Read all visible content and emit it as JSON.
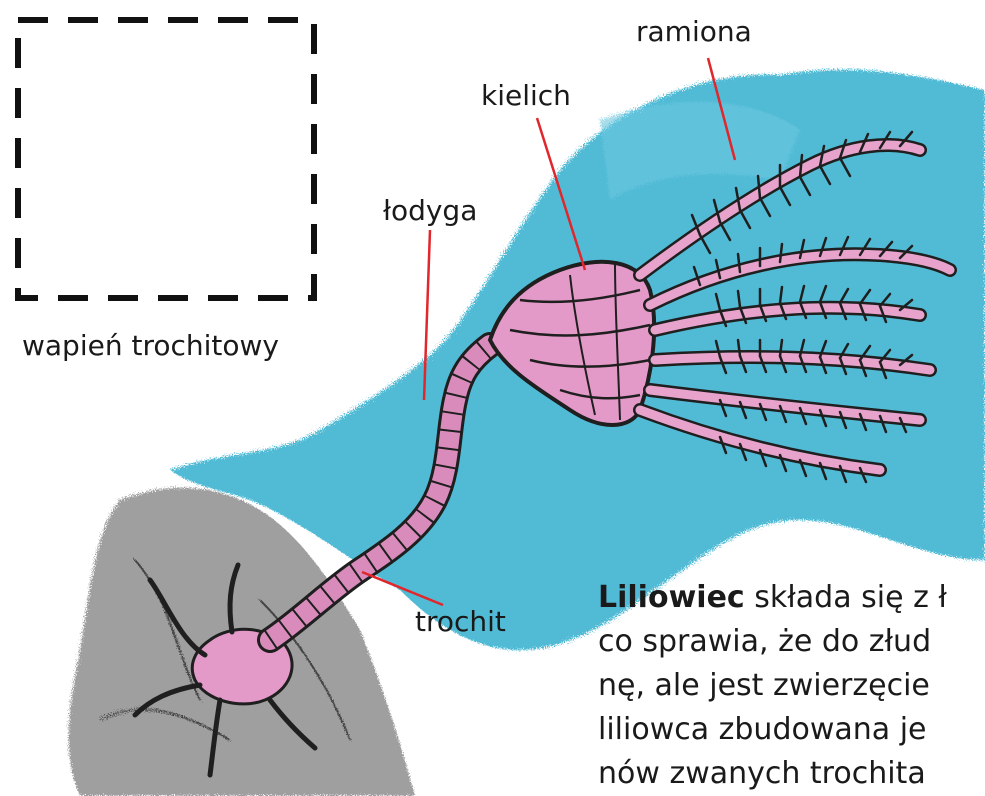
{
  "labels": {
    "ramiona": "ramiona",
    "kielich": "kielich",
    "lodyga": "łodyga",
    "trochit": "trochit",
    "wapien": "wapień trochitowy"
  },
  "paragraph": {
    "bold_lead": "Liliowiec",
    "line1_rest": " składa się z ł",
    "line2": "co sprawia, że do złud",
    "line3": "nę, ale jest zwierzęcie",
    "line4": "liliowca zbudowana je",
    "line5": "nów zwanych trochita"
  },
  "colors": {
    "water": "#3fb4d2",
    "rock": "#8e8e8e",
    "pink": "#e49ac8",
    "pink_dark": "#c4709e",
    "ink": "#1f1f1f",
    "leader": "#e1262c"
  }
}
